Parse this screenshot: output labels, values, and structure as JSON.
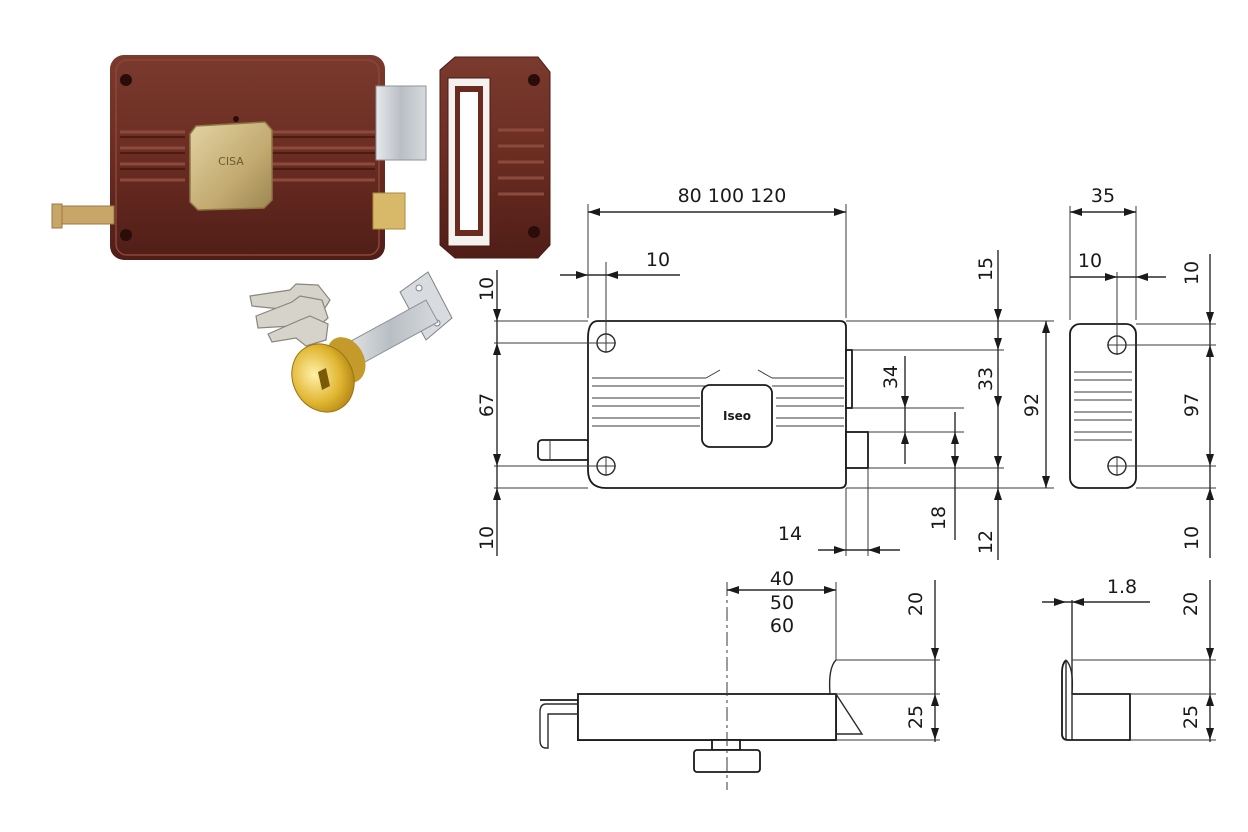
{
  "colors": {
    "lock_body": "#6e2e24",
    "lock_body_dark": "#4d1d16",
    "brass": "#c9b27a",
    "steel": "#c8ccd0",
    "drawing_line": "#1a1a1a"
  },
  "product_photo": {
    "cylinder_badge_text": "CISA"
  },
  "drawing": {
    "brand_label": "Iseo",
    "front_view": {
      "width_options": "80 100 120",
      "bolt_offset": "10",
      "top_margin": "10",
      "hole_spacing": "67",
      "bottom_margin": "10",
      "right_15": "15",
      "right_33": "33",
      "right_34": "34",
      "total_height": "92",
      "right_18": "18",
      "right_12": "12",
      "bottom_14": "14"
    },
    "strike_view": {
      "width": "35",
      "hole_offset": "10",
      "top_margin": "10",
      "hole_spacing": "97",
      "bottom_margin": "10"
    },
    "side_view": {
      "depth_40": "40",
      "depth_50": "50",
      "depth_60": "60",
      "height_20": "20",
      "height_25": "25"
    },
    "strike_side_view": {
      "thickness": "1.8",
      "height_20": "20",
      "height_25": "25"
    }
  }
}
